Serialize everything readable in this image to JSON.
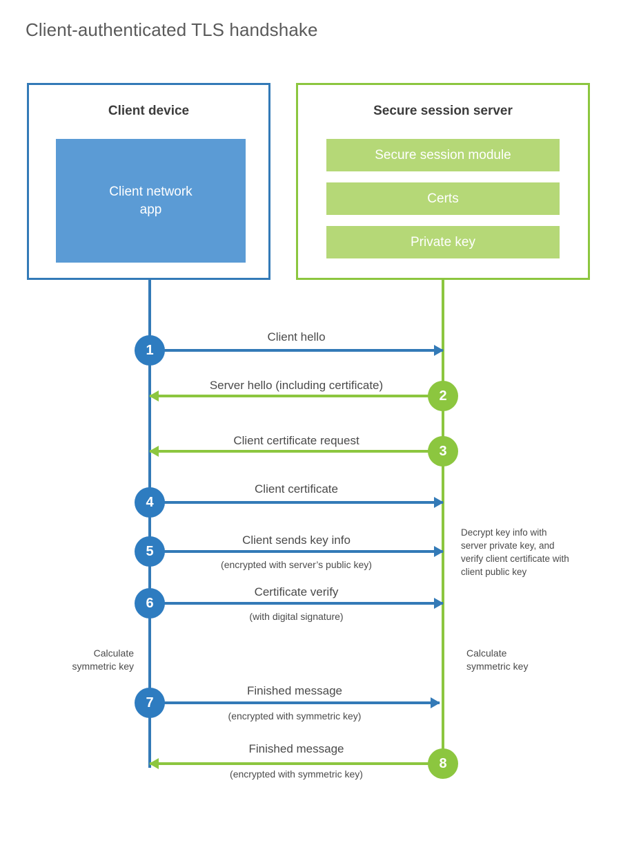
{
  "title": "Client-authenticated TLS handshake",
  "colors": {
    "client_blue": "#337ab7",
    "client_app_blue": "#5b9bd5",
    "step_blue": "#2e7cc0",
    "server_green": "#8cc63f",
    "bar_green": "#b5d877",
    "text_gray": "#4a4a4a"
  },
  "client": {
    "title": "Client device",
    "app_line1": "Client network",
    "app_line2": "app"
  },
  "server": {
    "title": "Secure session server",
    "bars": [
      {
        "label": "Secure session module"
      },
      {
        "label": "Certs"
      },
      {
        "label": "Private key"
      }
    ]
  },
  "steps": [
    {
      "number": "1",
      "label": "Client hello",
      "sublabel": "",
      "direction": "client-to-server"
    },
    {
      "number": "2",
      "label": "Server hello (including certificate)",
      "sublabel": "",
      "direction": "server-to-client"
    },
    {
      "number": "3",
      "label": "Client certificate request",
      "sublabel": "",
      "direction": "server-to-client"
    },
    {
      "number": "4",
      "label": "Client certificate",
      "sublabel": "",
      "direction": "client-to-server"
    },
    {
      "number": "5",
      "label": "Client sends key info",
      "sublabel": "(encrypted with server’s public key)",
      "direction": "client-to-server"
    },
    {
      "number": "6",
      "label": "Certificate verify",
      "sublabel": "(with digital signature)",
      "direction": "client-to-server"
    },
    {
      "number": "7",
      "label": "Finished message",
      "sublabel": "(encrypted with symmetric key)",
      "direction": "client-to-server"
    },
    {
      "number": "8",
      "label": "Finished message",
      "sublabel": "(encrypted with symmetric key)",
      "direction": "server-to-client"
    }
  ],
  "notes": {
    "server_decrypt": "Decrypt key info with server private key, and verify client certificate with client public key",
    "client_calculate_line1": "Calculate",
    "client_calculate_line2": "symmetric key",
    "server_calculate_line1": "Calculate",
    "server_calculate_line2": "symmetric key"
  }
}
